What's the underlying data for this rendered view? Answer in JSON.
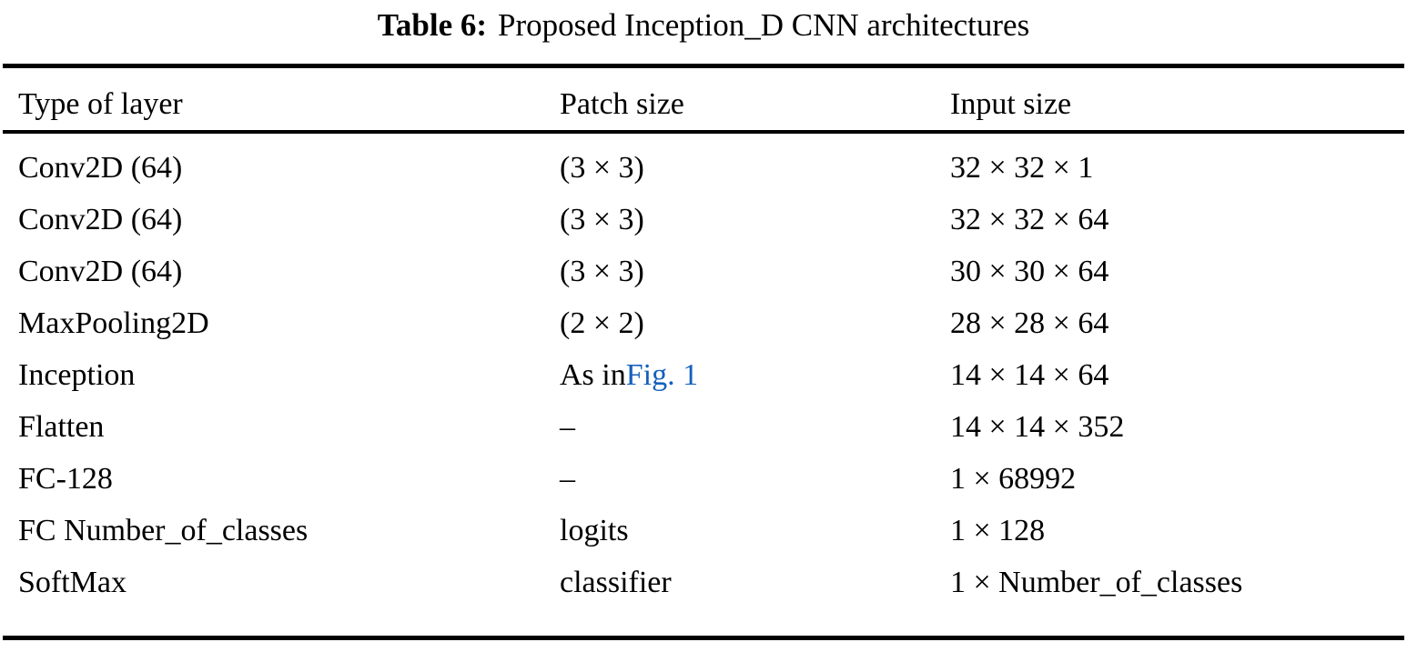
{
  "caption": {
    "label": "Table 6:",
    "text": "Proposed Inception_D CNN architectures"
  },
  "table": {
    "columns": [
      "Type of layer",
      "Patch size",
      "Input size"
    ],
    "rows": [
      {
        "type": "Conv2D (64)",
        "patch": "(3 × 3)",
        "patch_link": "",
        "input": "32 × 32 × 1"
      },
      {
        "type": "Conv2D (64)",
        "patch": "(3 × 3)",
        "patch_link": "",
        "input": "32 × 32 × 64"
      },
      {
        "type": "Conv2D (64)",
        "patch": "(3 × 3)",
        "patch_link": "",
        "input": "30 × 30 × 64"
      },
      {
        "type": "MaxPooling2D",
        "patch": "(2 × 2)",
        "patch_link": "",
        "input": "28 × 28 × 64"
      },
      {
        "type": "Inception",
        "patch": "As in ",
        "patch_link": "Fig. 1",
        "input": "14 × 14 × 64"
      },
      {
        "type": "Flatten",
        "patch": "–",
        "patch_link": "",
        "input": "14 × 14 × 352"
      },
      {
        "type": "FC-128",
        "patch": "–",
        "patch_link": "",
        "input": "1 × 68992"
      },
      {
        "type": "FC Number_of_classes",
        "patch": "logits",
        "patch_link": "",
        "input": "1 × 128"
      },
      {
        "type": "SoftMax",
        "patch": "classifier",
        "patch_link": "",
        "input": "1 × Number_of_classes"
      }
    ]
  },
  "colors": {
    "text": "#000000",
    "link": "#1560bd",
    "rule": "#000000",
    "background": "#ffffff"
  }
}
